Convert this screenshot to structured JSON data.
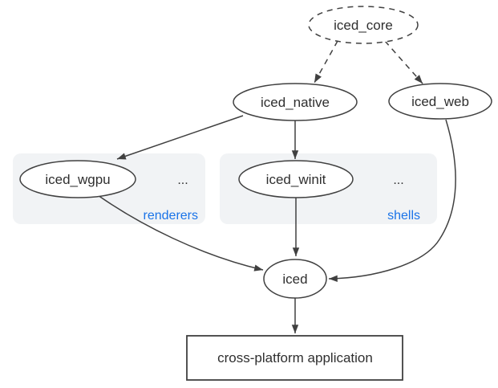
{
  "colors": {
    "background": "#ffffff",
    "node_stroke": "#404040",
    "node_text": "#2f2f2f",
    "group_bg": "#f1f3f5",
    "group_label": "#1a73e8",
    "arrow": "#404040"
  },
  "nodes": {
    "iced_core": "iced_core",
    "iced_native": "iced_native",
    "iced_web": "iced_web",
    "iced_wgpu": "iced_wgpu",
    "iced_winit": "iced_winit",
    "iced": "iced",
    "application": "cross-platform application"
  },
  "groups": {
    "renderers": {
      "label": "renderers",
      "more": "..."
    },
    "shells": {
      "label": "shells",
      "more": "..."
    }
  }
}
